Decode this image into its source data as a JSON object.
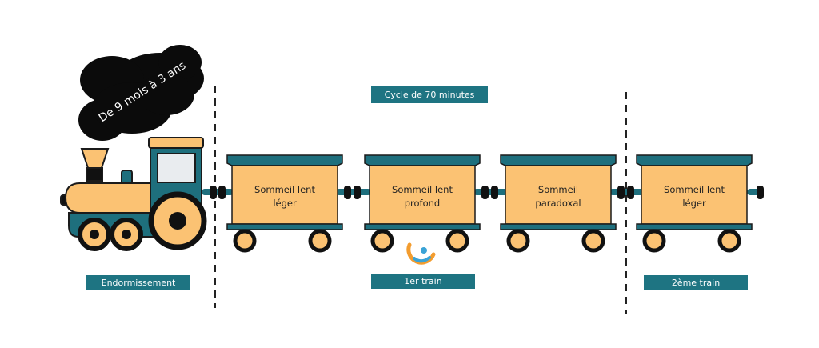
{
  "smoke_label": "De 9 mois à 3 ans",
  "cycle_label": "Cycle de 70 minutes",
  "bottom_labels": {
    "endormissement": "Endormissement",
    "first_train": "1er train",
    "second_train": "2ème train"
  },
  "cars": [
    {
      "line1": "Sommeil lent",
      "line2": "léger"
    },
    {
      "line1": "Sommeil lent",
      "line2": "profond"
    },
    {
      "line1": "Sommeil",
      "line2": "paradoxal"
    },
    {
      "line1": "Sommeil lent",
      "line2": "léger"
    }
  ],
  "colors": {
    "body": "#fbc273",
    "teal": "#1e6f7d",
    "label_bg": "#1e7482",
    "smoke": "#0b0b0b",
    "logo_orange": "#f39c2e",
    "logo_blue": "#3aa3d6"
  }
}
